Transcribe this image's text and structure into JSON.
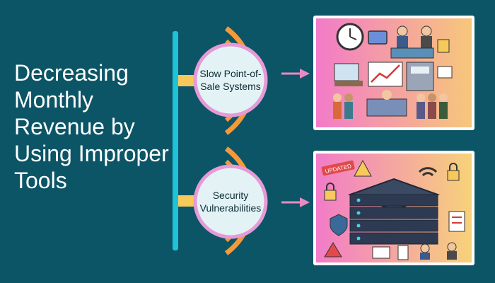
{
  "title": "Decreasing Monthly Revenue by Using Improper Tools",
  "nodes": [
    {
      "label": "Slow Point-of-Sale Systems"
    },
    {
      "label": "Security Vulnerabilities"
    }
  ],
  "colors": {
    "background": "#0b5566",
    "spine": "#1fc2d6",
    "arc": "#f39a3c",
    "connector": "#f6c95a",
    "node_fill": "#e3f3f5",
    "node_ring": "#e69ad6",
    "arrow": "#ea8ac2"
  },
  "illustrations": [
    {
      "icon": "pos-system-collage",
      "badges": []
    },
    {
      "icon": "server-security-collage",
      "badges": [
        "UPDATED"
      ]
    }
  ]
}
